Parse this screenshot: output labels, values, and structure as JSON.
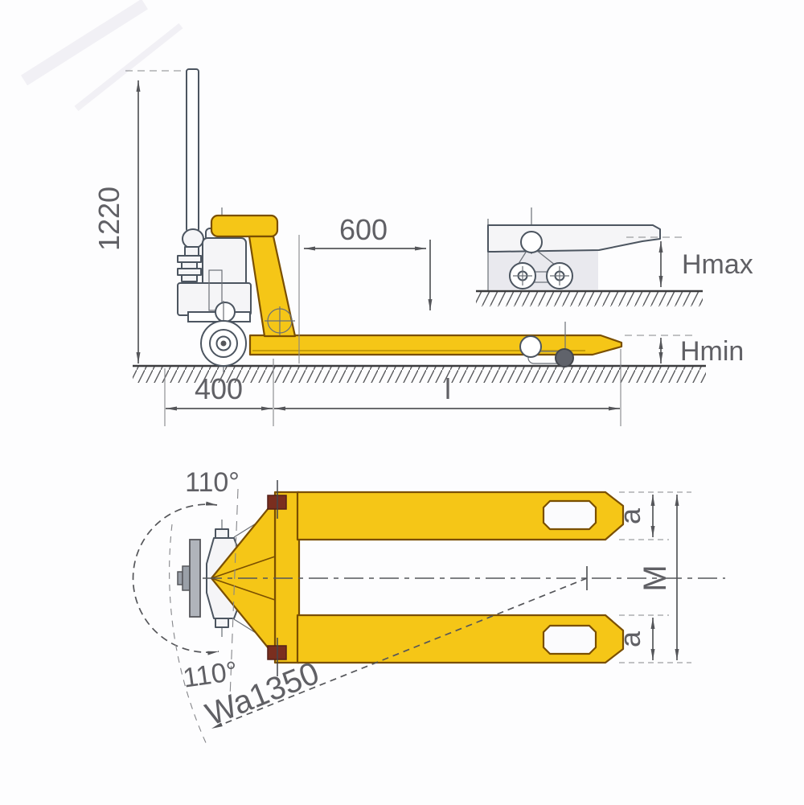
{
  "diagram": {
    "type": "technical-drawing",
    "subject": "hand pallet truck dimensional diagram, side view and plan view",
    "labels": {
      "height_1220": "1220",
      "load_center_600": "600",
      "rear_400": "400",
      "fork_length_l": "l",
      "hmax": "Hmax",
      "hmin": "Hmin",
      "angle_top": "110°",
      "angle_bottom": "110°",
      "turning_radius": "Wa1350",
      "fork_width_a_top": "a",
      "fork_width_a_bottom": "a",
      "overall_width_m": "M"
    },
    "colors": {
      "machine_yellow": "#f5c617",
      "outline_brown": "#7a4f00",
      "axle_maroon": "#7a2e1f",
      "metal_light": "#f4f4f6",
      "dim_gray": "#606065",
      "background": "#fdfdfe"
    }
  }
}
